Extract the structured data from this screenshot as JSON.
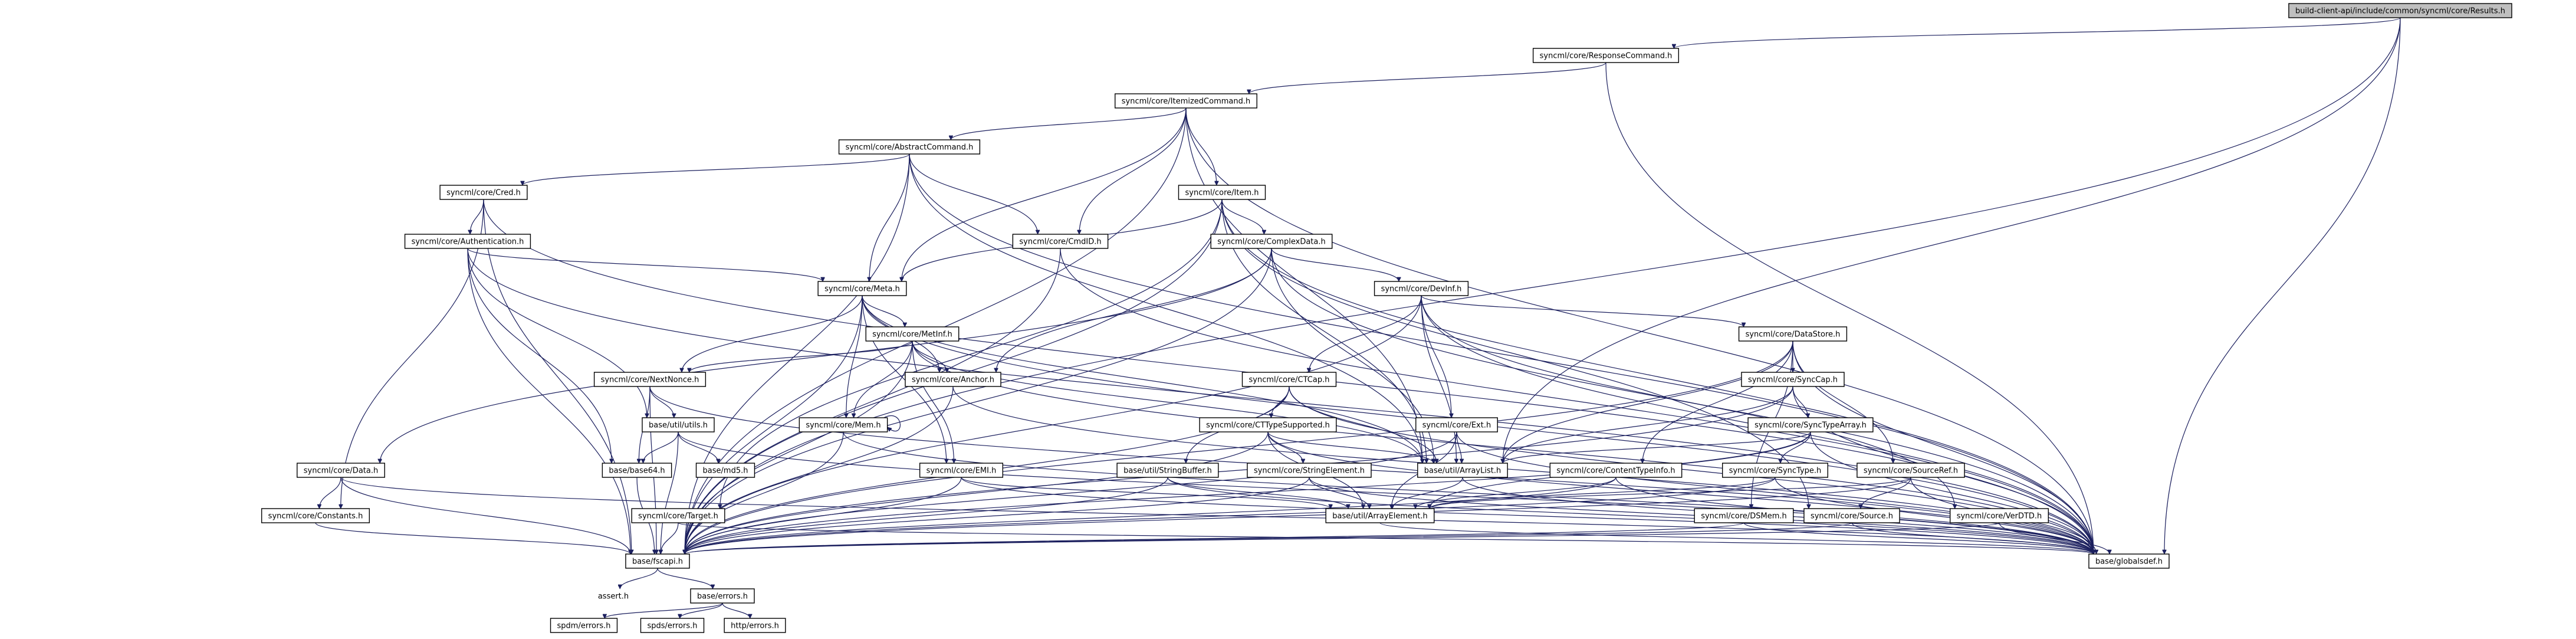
{
  "diagram": {
    "nodes": [
      {
        "id": "results",
        "label": "build-client-api/include/common/syncml/core/Results.h",
        "root": true
      },
      {
        "id": "responsecommand",
        "label": "syncml/core/ResponseCommand.h"
      },
      {
        "id": "itemizedcommand",
        "label": "syncml/core/ItemizedCommand.h"
      },
      {
        "id": "abstractcommand",
        "label": "syncml/core/AbstractCommand.h"
      },
      {
        "id": "cred",
        "label": "syncml/core/Cred.h"
      },
      {
        "id": "item",
        "label": "syncml/core/Item.h"
      },
      {
        "id": "authentication",
        "label": "syncml/core/Authentication.h"
      },
      {
        "id": "cmdid",
        "label": "syncml/core/CmdID.h"
      },
      {
        "id": "complexdata",
        "label": "syncml/core/ComplexData.h"
      },
      {
        "id": "meta",
        "label": "syncml/core/Meta.h"
      },
      {
        "id": "devinf",
        "label": "syncml/core/DevInf.h"
      },
      {
        "id": "metinf",
        "label": "syncml/core/MetInf.h"
      },
      {
        "id": "datastore",
        "label": "syncml/core/DataStore.h"
      },
      {
        "id": "nextnonce",
        "label": "syncml/core/NextNonce.h"
      },
      {
        "id": "anchor",
        "label": "syncml/core/Anchor.h"
      },
      {
        "id": "ctcap",
        "label": "syncml/core/CTCap.h"
      },
      {
        "id": "synccap",
        "label": "syncml/core/SyncCap.h"
      },
      {
        "id": "utils",
        "label": "base/util/utils.h"
      },
      {
        "id": "mem",
        "label": "syncml/core/Mem.h"
      },
      {
        "id": "synctypearray",
        "label": "syncml/core/SyncTypeArray.h"
      },
      {
        "id": "cttypesupported",
        "label": "syncml/core/CTTypeSupported.h"
      },
      {
        "id": "ext",
        "label": "syncml/core/Ext.h"
      },
      {
        "id": "sourceref",
        "label": "syncml/core/SourceRef.h"
      },
      {
        "id": "data",
        "label": "syncml/core/Data.h"
      },
      {
        "id": "base64",
        "label": "base/base64.h"
      },
      {
        "id": "md5",
        "label": "base/md5.h"
      },
      {
        "id": "emi",
        "label": "syncml/core/EMI.h"
      },
      {
        "id": "stringbuffer",
        "label": "base/util/StringBuffer.h"
      },
      {
        "id": "stringelement",
        "label": "syncml/core/StringElement.h"
      },
      {
        "id": "arraylist",
        "label": "base/util/ArrayList.h"
      },
      {
        "id": "contenttypeinfo",
        "label": "syncml/core/ContentTypeInfo.h"
      },
      {
        "id": "synctype",
        "label": "syncml/core/SyncType.h"
      },
      {
        "id": "constants",
        "label": "syncml/core/Constants.h"
      },
      {
        "id": "target",
        "label": "syncml/core/Target.h"
      },
      {
        "id": "arrayelement",
        "label": "base/util/ArrayElement.h"
      },
      {
        "id": "dsmem",
        "label": "syncml/core/DSMem.h"
      },
      {
        "id": "source",
        "label": "syncml/core/Source.h"
      },
      {
        "id": "verdtd",
        "label": "syncml/core/VerDTD.h"
      },
      {
        "id": "fscapi",
        "label": "base/fscapi.h"
      },
      {
        "id": "globalsdef",
        "label": "base/globalsdef.h"
      },
      {
        "id": "assert",
        "label": "assert.h",
        "plain": true
      },
      {
        "id": "errors",
        "label": "base/errors.h"
      },
      {
        "id": "spdmerrors",
        "label": "spdm/errors.h"
      },
      {
        "id": "spdserrors",
        "label": "spds/errors.h"
      },
      {
        "id": "httperrors",
        "label": "http/errors.h"
      }
    ],
    "edges": [
      [
        "results",
        "responsecommand"
      ],
      [
        "results",
        "fscapi"
      ],
      [
        "results",
        "globalsdef"
      ],
      [
        "results",
        "arraylist"
      ],
      [
        "responsecommand",
        "itemizedcommand"
      ],
      [
        "responsecommand",
        "globalsdef"
      ],
      [
        "itemizedcommand",
        "abstractcommand"
      ],
      [
        "itemizedcommand",
        "meta"
      ],
      [
        "itemizedcommand",
        "item"
      ],
      [
        "itemizedcommand",
        "cmdid"
      ],
      [
        "itemizedcommand",
        "fscapi"
      ],
      [
        "itemizedcommand",
        "arraylist"
      ],
      [
        "itemizedcommand",
        "globalsdef"
      ],
      [
        "abstractcommand",
        "cred"
      ],
      [
        "abstractcommand",
        "cmdid"
      ],
      [
        "abstractcommand",
        "meta"
      ],
      [
        "abstractcommand",
        "fscapi"
      ],
      [
        "abstractcommand",
        "arraylist"
      ],
      [
        "abstractcommand",
        "globalsdef"
      ],
      [
        "cred",
        "authentication"
      ],
      [
        "cred",
        "constants"
      ],
      [
        "cred",
        "fscapi"
      ],
      [
        "cred",
        "globalsdef"
      ],
      [
        "item",
        "complexdata"
      ],
      [
        "item",
        "meta"
      ],
      [
        "item",
        "target"
      ],
      [
        "item",
        "source"
      ],
      [
        "item",
        "fscapi"
      ],
      [
        "item",
        "arraylist"
      ],
      [
        "item",
        "globalsdef"
      ],
      [
        "authentication",
        "meta"
      ],
      [
        "authentication",
        "base64"
      ],
      [
        "authentication",
        "utils"
      ],
      [
        "authentication",
        "fscapi"
      ],
      [
        "authentication",
        "globalsdef"
      ],
      [
        "cmdid",
        "fscapi"
      ],
      [
        "cmdid",
        "globalsdef"
      ],
      [
        "complexdata",
        "data"
      ],
      [
        "complexdata",
        "devinf"
      ],
      [
        "complexdata",
        "anchor"
      ],
      [
        "complexdata",
        "arraylist"
      ],
      [
        "complexdata",
        "fscapi"
      ],
      [
        "complexdata",
        "globalsdef"
      ],
      [
        "meta",
        "metinf"
      ],
      [
        "meta",
        "nextnonce"
      ],
      [
        "meta",
        "anchor"
      ],
      [
        "meta",
        "mem"
      ],
      [
        "meta",
        "emi"
      ],
      [
        "meta",
        "arraylist"
      ],
      [
        "meta",
        "fscapi"
      ],
      [
        "meta",
        "globalsdef"
      ],
      [
        "devinf",
        "datastore"
      ],
      [
        "devinf",
        "ctcap"
      ],
      [
        "devinf",
        "ext"
      ],
      [
        "devinf",
        "verdtd"
      ],
      [
        "devinf",
        "arraylist"
      ],
      [
        "devinf",
        "fscapi"
      ],
      [
        "devinf",
        "globalsdef"
      ],
      [
        "metinf",
        "nextnonce"
      ],
      [
        "metinf",
        "anchor"
      ],
      [
        "metinf",
        "mem"
      ],
      [
        "metinf",
        "emi"
      ],
      [
        "metinf",
        "arraylist"
      ],
      [
        "metinf",
        "fscapi"
      ],
      [
        "metinf",
        "globalsdef"
      ],
      [
        "datastore",
        "synccap"
      ],
      [
        "datastore",
        "sourceref"
      ],
      [
        "datastore",
        "dsmem"
      ],
      [
        "datastore",
        "contenttypeinfo"
      ],
      [
        "datastore",
        "arraylist"
      ],
      [
        "datastore",
        "fscapi"
      ],
      [
        "datastore",
        "globalsdef"
      ],
      [
        "nextnonce",
        "utils"
      ],
      [
        "nextnonce",
        "base64"
      ],
      [
        "nextnonce",
        "fscapi"
      ],
      [
        "nextnonce",
        "globalsdef"
      ],
      [
        "anchor",
        "fscapi"
      ],
      [
        "anchor",
        "globalsdef"
      ],
      [
        "ctcap",
        "cttypesupported"
      ],
      [
        "ctcap",
        "stringbuffer"
      ],
      [
        "ctcap",
        "arraylist"
      ],
      [
        "ctcap",
        "fscapi"
      ],
      [
        "ctcap",
        "globalsdef"
      ],
      [
        "synccap",
        "synctypearray"
      ],
      [
        "synccap",
        "arraylist"
      ],
      [
        "synccap",
        "fscapi"
      ],
      [
        "synccap",
        "globalsdef"
      ],
      [
        "utils",
        "base64"
      ],
      [
        "utils",
        "md5"
      ],
      [
        "utils",
        "fscapi"
      ],
      [
        "utils",
        "globalsdef"
      ],
      [
        "mem",
        "mem"
      ],
      [
        "mem",
        "fscapi"
      ],
      [
        "mem",
        "globalsdef"
      ],
      [
        "synctypearray",
        "synctype"
      ],
      [
        "synctypearray",
        "arraylist"
      ],
      [
        "synctypearray",
        "arrayelement"
      ],
      [
        "synctypearray",
        "fscapi"
      ],
      [
        "synctypearray",
        "globalsdef"
      ],
      [
        "cttypesupported",
        "stringelement"
      ],
      [
        "cttypesupported",
        "arraylist"
      ],
      [
        "cttypesupported",
        "arrayelement"
      ],
      [
        "cttypesupported",
        "fscapi"
      ],
      [
        "cttypesupported",
        "globalsdef"
      ],
      [
        "ext",
        "arraylist"
      ],
      [
        "ext",
        "arrayelement"
      ],
      [
        "ext",
        "fscapi"
      ],
      [
        "ext",
        "globalsdef"
      ],
      [
        "sourceref",
        "source"
      ],
      [
        "sourceref",
        "arrayelement"
      ],
      [
        "sourceref",
        "fscapi"
      ],
      [
        "sourceref",
        "globalsdef"
      ],
      [
        "data",
        "constants"
      ],
      [
        "data",
        "fscapi"
      ],
      [
        "data",
        "globalsdef"
      ],
      [
        "base64",
        "fscapi"
      ],
      [
        "emi",
        "arrayelement"
      ],
      [
        "emi",
        "fscapi"
      ],
      [
        "emi",
        "globalsdef"
      ],
      [
        "stringbuffer",
        "arrayelement"
      ],
      [
        "stringbuffer",
        "fscapi"
      ],
      [
        "stringbuffer",
        "globalsdef"
      ],
      [
        "stringelement",
        "arrayelement"
      ],
      [
        "stringelement",
        "fscapi"
      ],
      [
        "stringelement",
        "globalsdef"
      ],
      [
        "arraylist",
        "arrayelement"
      ],
      [
        "arraylist",
        "globalsdef"
      ],
      [
        "contenttypeinfo",
        "arrayelement"
      ],
      [
        "contenttypeinfo",
        "fscapi"
      ],
      [
        "contenttypeinfo",
        "globalsdef"
      ],
      [
        "synctype",
        "arrayelement"
      ],
      [
        "synctype",
        "fscapi"
      ],
      [
        "synctype",
        "globalsdef"
      ],
      [
        "constants",
        "fscapi"
      ],
      [
        "target",
        "fscapi"
      ],
      [
        "target",
        "globalsdef"
      ],
      [
        "arrayelement",
        "globalsdef"
      ],
      [
        "dsmem",
        "fscapi"
      ],
      [
        "dsmem",
        "globalsdef"
      ],
      [
        "source",
        "fscapi"
      ],
      [
        "source",
        "globalsdef"
      ],
      [
        "verdtd",
        "fscapi"
      ],
      [
        "verdtd",
        "globalsdef"
      ],
      [
        "fscapi",
        "assert"
      ],
      [
        "fscapi",
        "errors"
      ],
      [
        "errors",
        "spdmerrors"
      ],
      [
        "errors",
        "spdserrors"
      ],
      [
        "errors",
        "httperrors"
      ]
    ]
  }
}
